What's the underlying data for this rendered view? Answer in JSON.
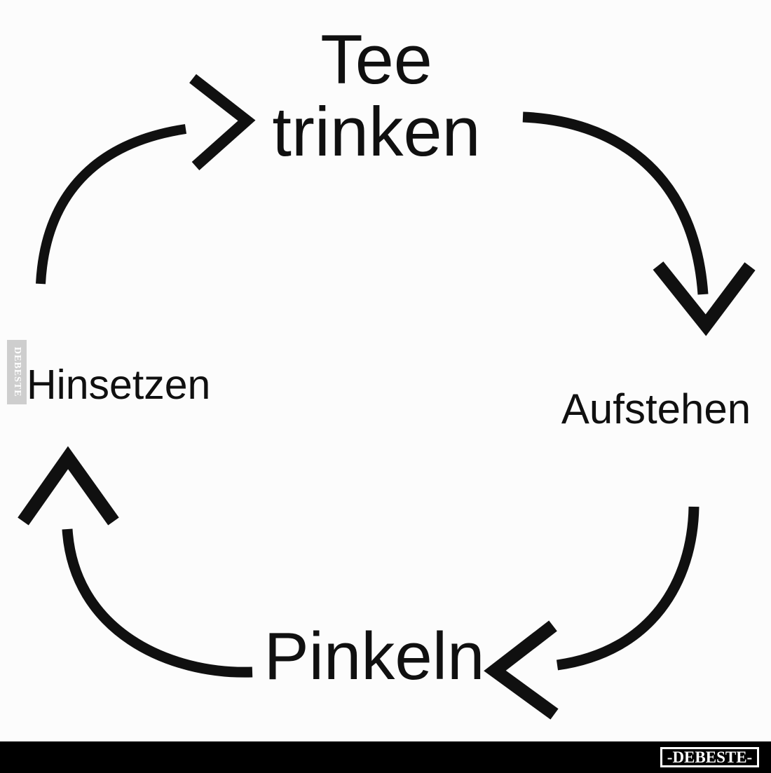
{
  "theme": {
    "background": "#fcfcfc",
    "ink": "#101010",
    "footer_bg": "#000000",
    "watermark_gray": "#cbcbcb"
  },
  "diagram": {
    "type": "cycle",
    "cycle_order": [
      "Tee trinken",
      "Aufstehen",
      "Pinkeln",
      "Hinsetzen"
    ],
    "labels": {
      "top_line1": "Tee",
      "top_line2": "trinken",
      "right": "Aufstehen",
      "bottom": "Pinkeln",
      "left": "Hinsetzen"
    },
    "arrows": [
      {
        "from": "Hinsetzen",
        "to": "Tee trinken",
        "direction": "up-right"
      },
      {
        "from": "Tee trinken",
        "to": "Aufstehen",
        "direction": "down-right"
      },
      {
        "from": "Aufstehen",
        "to": "Pinkeln",
        "direction": "down-left"
      },
      {
        "from": "Pinkeln",
        "to": "Hinsetzen",
        "direction": "up-left"
      }
    ]
  },
  "watermarks": {
    "side_text": "DEBESTE",
    "footer_logo": "-DEBESTE-"
  }
}
